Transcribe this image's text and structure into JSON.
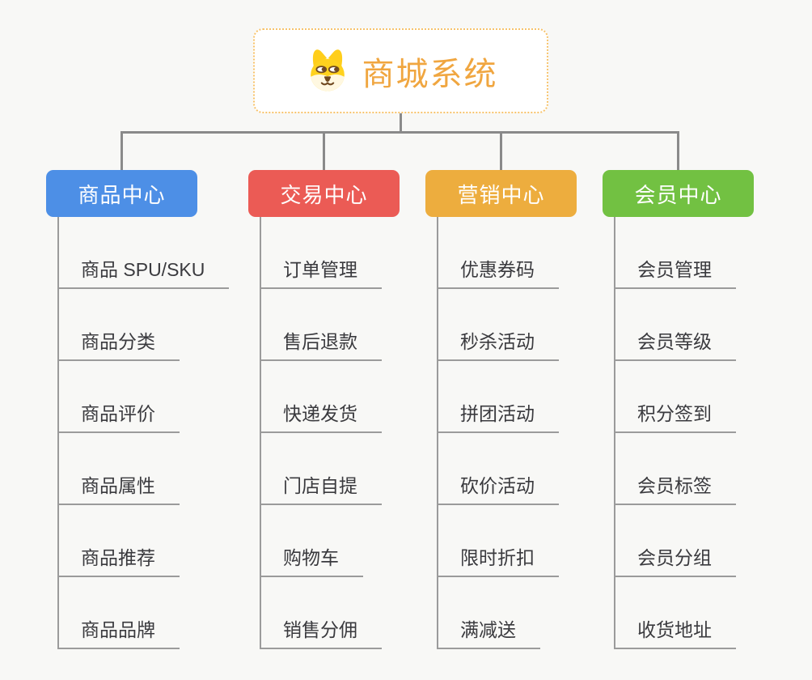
{
  "page": {
    "background": "#F8F8F6"
  },
  "lines": {
    "color": "#8A8A8A",
    "child_color": "#9B9B9B"
  },
  "root": {
    "title": "商城系统",
    "title_color": "#F0A640",
    "border_color": "#F7C36B",
    "icon": "dog-face-icon"
  },
  "branches": [
    {
      "title": "商品中心",
      "color": "#4D8FE6",
      "items": [
        "商品 SPU/SKU",
        "商品分类",
        "商品评价",
        "商品属性",
        "商品推荐",
        "商品品牌"
      ]
    },
    {
      "title": "交易中心",
      "color": "#EB5B55",
      "items": [
        "订单管理",
        "售后退款",
        "快递发货",
        "门店自提",
        "购物车",
        "销售分佣"
      ]
    },
    {
      "title": "营销中心",
      "color": "#EDAD3E",
      "items": [
        "优惠券码",
        "秒杀活动",
        "拼团活动",
        "砍价活动",
        "限时折扣",
        "满减送"
      ]
    },
    {
      "title": "会员中心",
      "color": "#72C142",
      "items": [
        "会员管理",
        "会员等级",
        "积分签到",
        "会员标签",
        "会员分组",
        "收货地址"
      ]
    }
  ]
}
